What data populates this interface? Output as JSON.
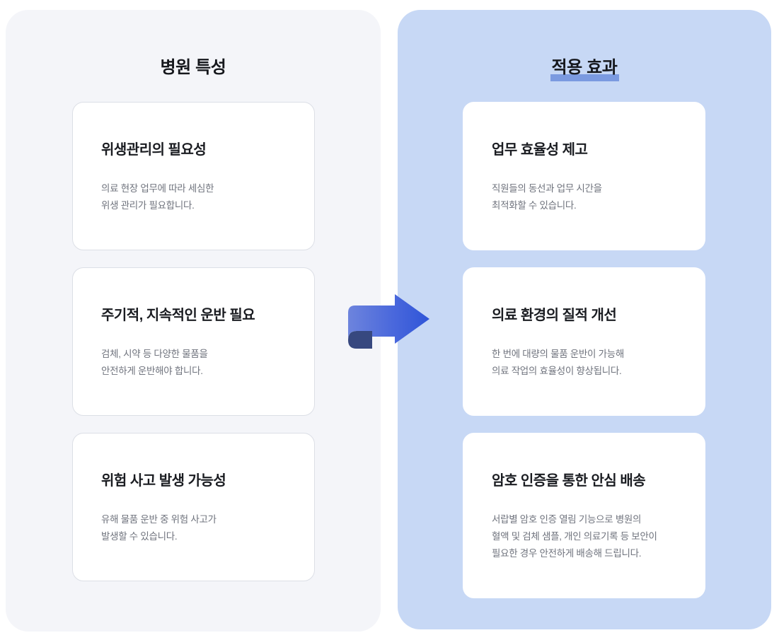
{
  "left_panel": {
    "heading": "병원 특성",
    "highlighted": false,
    "background_color": "#f4f5f9",
    "cards": [
      {
        "title": "위생관리의 필요성",
        "body": "의료 현장 업무에 따라 세심한\n위생 관리가 필요합니다."
      },
      {
        "title": "주기적, 지속적인 운반 필요",
        "body": "검체, 시약 등 다양한 물품을\n안전하게 운반해야 합니다."
      },
      {
        "title": "위험 사고 발생 가능성",
        "body": "유해 물품 운반 중 위험 사고가\n발생할 수 있습니다."
      }
    ]
  },
  "right_panel": {
    "heading": "적용 효과",
    "highlighted": true,
    "highlight_color": "#7b9ae0",
    "background_color": "#c7d8f5",
    "cards": [
      {
        "title": "업무 효율성 제고",
        "body": "직원들의 동선과 업무 시간을\n최적화할 수 있습니다."
      },
      {
        "title": "의료 환경의 질적 개선",
        "body": "한 번에 대량의 물품 운반이 가능해\n의료 작업의 효율성이 향상됩니다."
      },
      {
        "title": "암호 인증을 통한 안심 배송",
        "body": "서랍별 암호 인증 열림 기능으로 병원의\n혈액 및 검체 샘플, 개인 의료기록 등 보안이\n필요한 경우 안전하게 배송해 드립니다."
      }
    ]
  },
  "connector": {
    "icon": "right-arrow-icon",
    "direction": "right",
    "gradient_from": "#6d84dd",
    "gradient_to": "#2f5ae0",
    "fold_color": "#37487f"
  }
}
